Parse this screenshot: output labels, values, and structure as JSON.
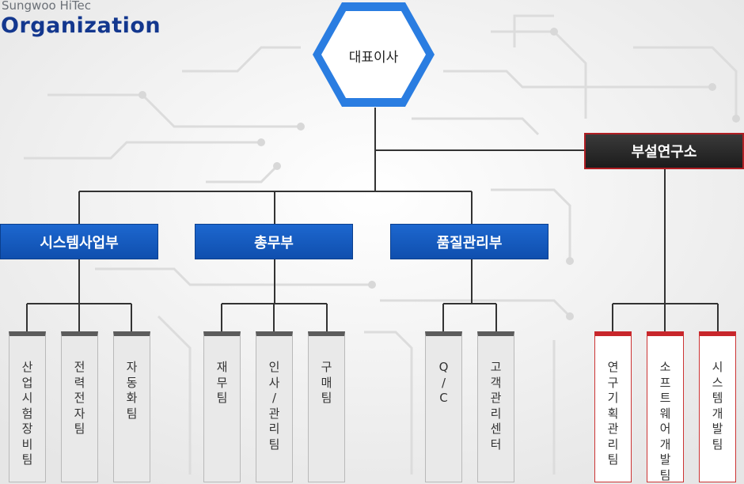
{
  "brand": {
    "company": "Sungwoo HiTec",
    "title": "Organization"
  },
  "ceo": "대표이사",
  "lab": "부설연구소",
  "departments": [
    "시스템사업부",
    "총무부",
    "품질관리부"
  ],
  "teams": [
    "산\n업\n시\n험\n장\n비\n팀",
    "전\n력\n전\n자\n팀",
    "자\n동\n화\n팀",
    "재\n무\n팀",
    "인\n사\n/\n관\n리\n팀",
    "구\n매\n팀",
    "Q\n/\nC",
    "고\n객\n관\n리\n센\n터",
    "연\n구\n기\n획\n관\n리\n팀",
    "소\n프\n트\n웨\n어\n개\n발\n팀",
    "시\n스\n템\n개\n발\n팀"
  ],
  "colors": {
    "blue": "#1a5fc8",
    "dark": "#262626",
    "red": "#c8262b",
    "line": "#333333"
  }
}
